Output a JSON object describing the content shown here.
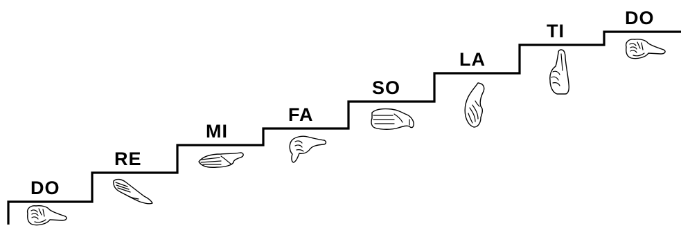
{
  "diagram": {
    "steps": [
      {
        "label": "DO",
        "hand_sign": "closed-fist-hand-icon"
      },
      {
        "label": "RE",
        "hand_sign": "hand-slanting-up-icon"
      },
      {
        "label": "MI",
        "hand_sign": "flat-hand-palm-down-icon"
      },
      {
        "label": "FA",
        "hand_sign": "thumb-down-hand-icon"
      },
      {
        "label": "SO",
        "hand_sign": "open-hand-palm-in-icon"
      },
      {
        "label": "LA",
        "hand_sign": "relaxed-hand-drooping-icon"
      },
      {
        "label": "TI",
        "hand_sign": "index-finger-pointing-up-icon"
      },
      {
        "label": "DO",
        "hand_sign": "closed-fist-hand-icon"
      }
    ]
  }
}
